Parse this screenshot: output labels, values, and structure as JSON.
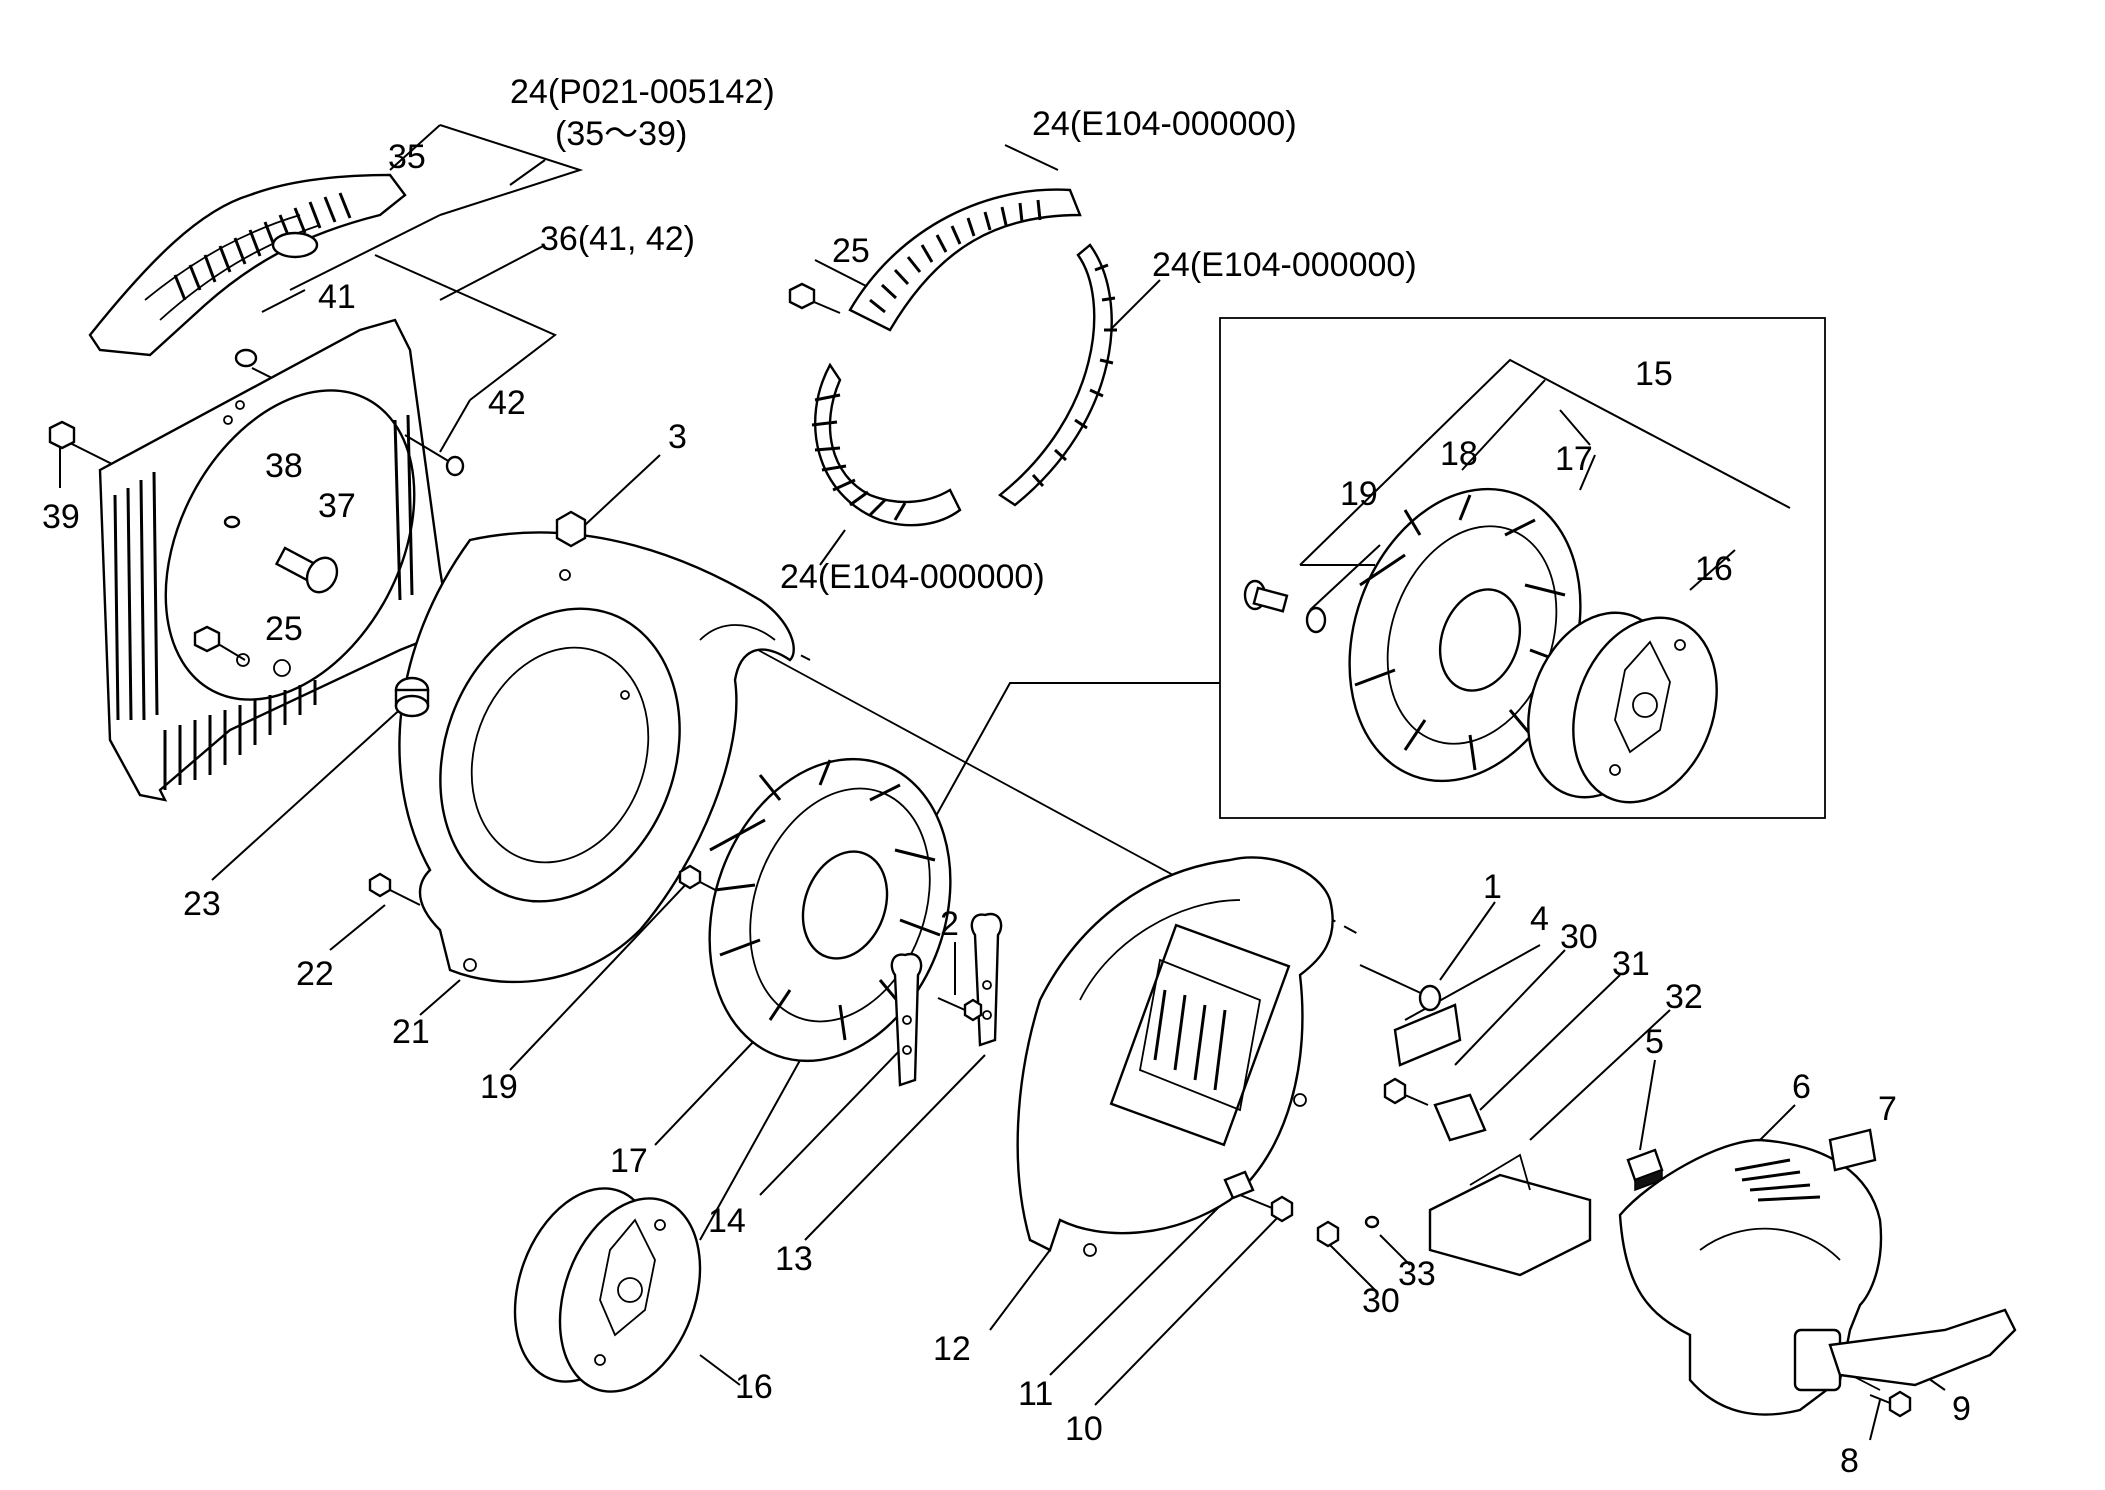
{
  "labels": {
    "l_kit1_code": "24(P021-005142)",
    "l_kit1_range": "(35～39)",
    "l_35": "35",
    "l_36": "36(41, 42)",
    "l_41": "41",
    "l_42": "42",
    "l_38": "38",
    "l_39": "39",
    "l_37": "37",
    "l_25a": "25",
    "l_25b": "25",
    "l_24_top": "24(E104-000000)",
    "l_24_right": "24(E104-000000)",
    "l_24_mid": "24(E104-000000)",
    "l_3": "3",
    "l_23": "23",
    "l_22": "22",
    "l_21": "21",
    "l_19": "19",
    "l_17": "17",
    "l_16": "16",
    "l_14": "14",
    "l_13": "13",
    "l_2": "2",
    "l_12": "12",
    "l_11": "11",
    "l_10": "10",
    "l_1": "1",
    "l_4": "4",
    "l_30a": "30",
    "l_31": "31",
    "l_32": "32",
    "l_30b": "30",
    "l_33": "33",
    "l_5": "5",
    "l_6": "6",
    "l_7": "7",
    "l_9": "9",
    "l_8": "8",
    "l_15": "15",
    "l_18_inset": "18",
    "l_17_inset": "17",
    "l_19_inset": "19",
    "l_16_inset": "16"
  }
}
